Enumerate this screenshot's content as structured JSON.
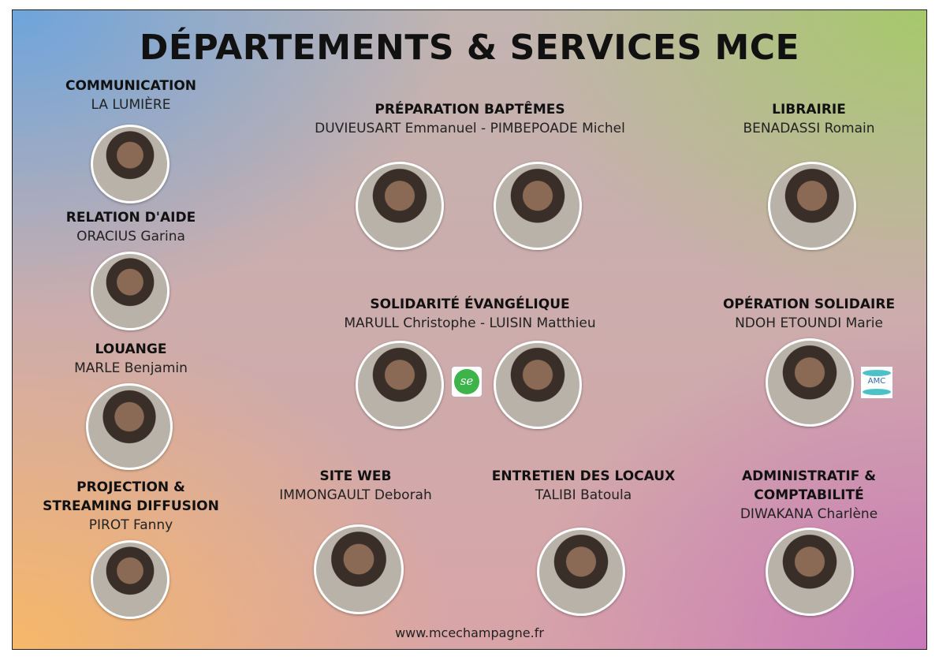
{
  "title": "DÉPARTEMENTS & SERVICES MCE",
  "departments": {
    "communication": {
      "name": "COMMUNICATION",
      "person": "LA LUMIÈRE"
    },
    "relation": {
      "name": "RELATION D'AIDE",
      "person": "ORACIUS Garina"
    },
    "louange": {
      "name": "LOUANGE",
      "person": "MARLE Benjamin"
    },
    "projection": {
      "name_line1": "PROJECTION &",
      "name_line2": "STREAMING DIFFUSION",
      "person": "PIROT Fanny"
    },
    "baptemes": {
      "name": "PRÉPARATION BAPTÊMES",
      "person": "DUVIEUSART Emmanuel - PIMBEPOADE Michel"
    },
    "librairie": {
      "name": "LIBRAIRIE",
      "person": "BENADASSI Romain"
    },
    "solidarite": {
      "name": "SOLIDARITÉ ÉVANGÉLIQUE",
      "person": "MARULL Christophe - LUISIN Matthieu",
      "logo_text": "se"
    },
    "operation": {
      "name": "OPÉRATION SOLIDAIRE",
      "person": "NDOH ETOUNDI Marie",
      "logo_text": "AMC"
    },
    "siteweb": {
      "name": "SITE WEB",
      "person": "IMMONGAULT Deborah"
    },
    "entretien": {
      "name": "ENTRETIEN DES LOCAUX",
      "person": "TALIBI Batoula"
    },
    "administratif": {
      "name_line1": "ADMINISTRATIF &",
      "name_line2": "COMPTABILITÉ",
      "person": "DIWAKANA Charlène"
    }
  },
  "footer": "www.mcechampagne.fr",
  "colors": {
    "top_left": "#6ea4dc",
    "top_right": "#a6c86a",
    "bottom_left": "#f6b868",
    "bottom_right": "#c878b8",
    "logo_green": "#3db34a"
  }
}
